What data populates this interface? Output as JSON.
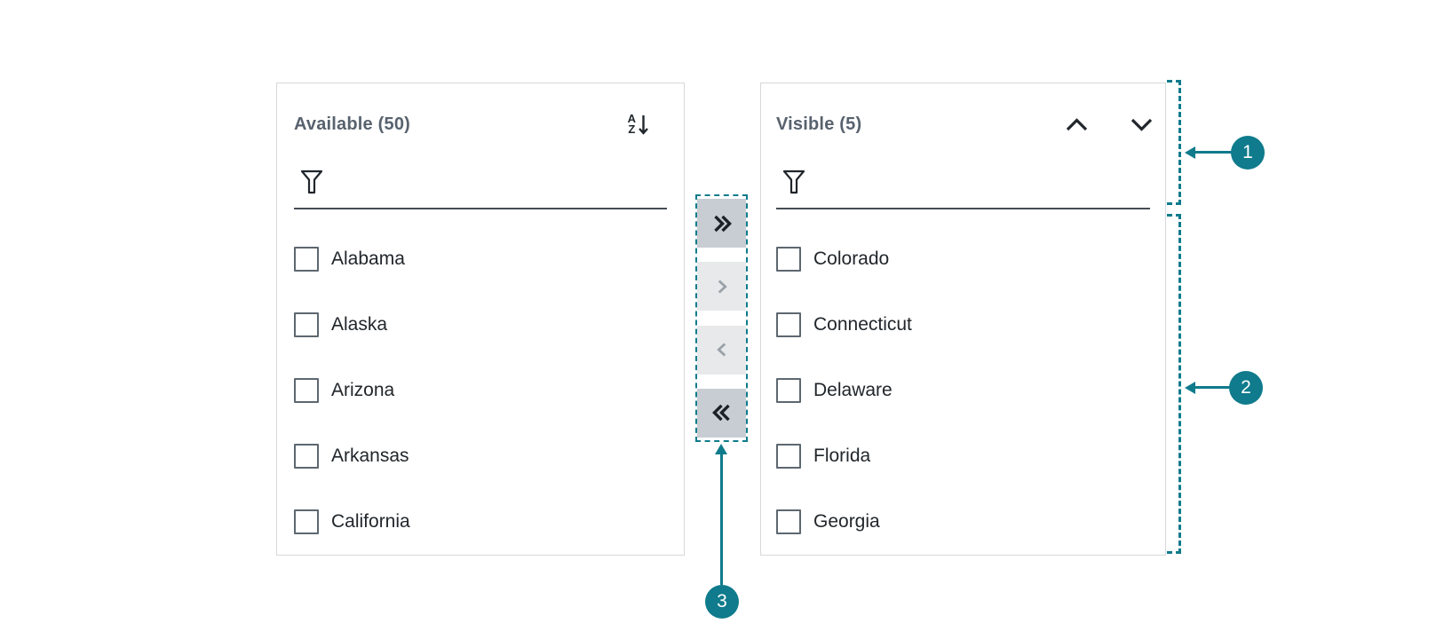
{
  "colors": {
    "accent": "#0f7b8c",
    "transfer_button_enabled_bg": "#c8cdd3",
    "transfer_button_disabled_bg": "#e7e9eb",
    "panel_border": "#d6d8db"
  },
  "available_panel": {
    "title": "Available (50)",
    "sort_icon_top_letter": "A",
    "sort_icon_bottom_letter": "Z",
    "filter": {
      "value": "",
      "placeholder": ""
    },
    "items": [
      "Alabama",
      "Alaska",
      "Arizona",
      "Arkansas",
      "California"
    ]
  },
  "visible_panel": {
    "title": "Visible (5)",
    "filter": {
      "value": "",
      "placeholder": ""
    },
    "items": [
      "Colorado",
      "Connecticut",
      "Delaware",
      "Florida",
      "Georgia"
    ]
  },
  "transfer_buttons": [
    {
      "name": "move-all-right",
      "enabled": true
    },
    {
      "name": "move-right",
      "enabled": false
    },
    {
      "name": "move-left",
      "enabled": false
    },
    {
      "name": "move-all-left",
      "enabled": true
    }
  ],
  "annotations": {
    "markers": [
      {
        "number": "1"
      },
      {
        "number": "2"
      },
      {
        "number": "3"
      }
    ]
  }
}
